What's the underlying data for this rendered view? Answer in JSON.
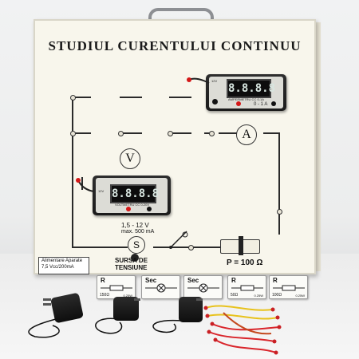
{
  "board": {
    "title": "STUDIUL CURENTULUI CONTINUU",
    "voltmeter_symbol": "V",
    "ammeter_symbol": "A",
    "switch_symbol": "S",
    "source_label_line1": "SURSA DE",
    "source_label_line2": "TENSIUNE",
    "source_range": "1,5 - 12 V",
    "source_max": "max. 500 mA",
    "rheostat_label": "P = 100 Ω",
    "supply_line1": "Alimentare Aparate",
    "supply_line2": "7,5 Vcc/200mA"
  },
  "ammeter_device": {
    "display": "8.8.8.8",
    "corner_label": "12V",
    "caption": "AMPERMETRU CC 0-1A",
    "range": "0 - 1 A"
  },
  "voltmeter_device": {
    "display": "8.8.8.8",
    "corner_label": "12V",
    "caption": "VOLTMETRU CC 0-20V"
  },
  "cards": [
    {
      "letter": "R",
      "value": "150Ω",
      "watt": "0.25W",
      "kind": "resistor"
    },
    {
      "letter": "Sec",
      "value": "",
      "watt": "",
      "kind": "lamp"
    },
    {
      "letter": "Sec",
      "value": "",
      "watt": "",
      "kind": "lamp"
    },
    {
      "letter": "R",
      "value": "50Ω",
      "watt": "0.25W",
      "kind": "resistor"
    },
    {
      "letter": "R",
      "value": "100Ω",
      "watt": "0.25W",
      "kind": "resistor"
    }
  ],
  "colors": {
    "panel": "#f8f6ec",
    "led_red": "#d41818",
    "cable_red": "#d9252b",
    "cable_yellow": "#e8c21c"
  }
}
